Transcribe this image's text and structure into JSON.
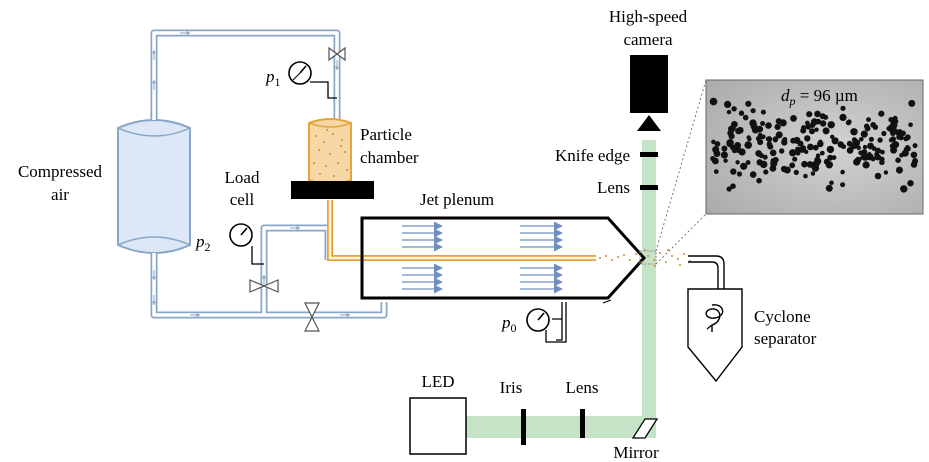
{
  "labels": {
    "camera_line1": "High-speed",
    "camera_line2": "camera",
    "knife_edge": "Knife edge",
    "lens_top": "Lens",
    "particle_line1": "Particle",
    "particle_line2": "chamber",
    "compressed_line1": "Compressed",
    "compressed_line2": "air",
    "load_line1": "Load",
    "load_line2": "cell",
    "jet_plenum": "Jet plenum",
    "cyclone_line1": "Cyclone",
    "cyclone_line2": "separator",
    "led": "LED",
    "iris": "Iris",
    "lens_bottom": "Lens",
    "mirror": "Mirror"
  },
  "gauges": {
    "p1": {
      "symbol": "p",
      "sub": "1"
    },
    "p2": {
      "symbol": "p",
      "sub": "2"
    },
    "p0": {
      "symbol": "p",
      "sub": "0"
    }
  },
  "inset": {
    "dp_symbol": "d",
    "dp_sub": "p",
    "dp_value": " = 96 µm"
  },
  "colors": {
    "pipe": "#8aa6c6",
    "tank_fill": "#dce7f7",
    "chamber_fill": "#f6d8a6",
    "particle_line": "#e3a53a",
    "arrow": "#6f8fc0",
    "beam": "#c5e3c6"
  }
}
